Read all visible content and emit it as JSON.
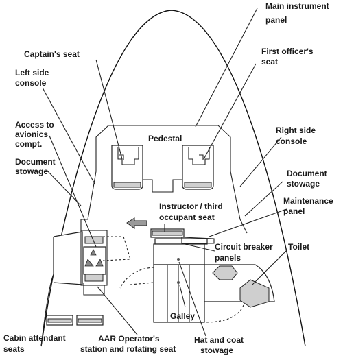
{
  "labels": {
    "main_panel_1": "Main instrument",
    "main_panel_2": "panel",
    "captains_seat": "Captain's seat",
    "first_officer_1": "First officer's",
    "first_officer_2": "seat",
    "left_console_1": "Left side",
    "left_console_2": "console",
    "access_1": "Access to",
    "access_2": "avionics",
    "access_3": "compt.",
    "pedestal": "Pedestal",
    "right_console_1": "Right side",
    "right_console_2": "console",
    "doc_left_1": "Document",
    "doc_left_2": "stowage",
    "doc_right_1": "Document",
    "doc_right_2": "stowage",
    "maint_1": "Maintenance",
    "maint_2": "panel",
    "instructor_1": "Instructor / third",
    "instructor_2": "occupant seat",
    "cb_1": "Circuit breaker",
    "cb_2": "panels",
    "toilet": "Toilet",
    "galley": "Galley",
    "cabin_1": "Cabin attendant",
    "cabin_2": "seats",
    "aar_1": "AAR Operator's",
    "aar_2": "station and rotating seat",
    "hat_1": "Hat and coat",
    "hat_2": "stowage"
  },
  "colors": {
    "line": "#111111",
    "text": "#1a1a1a",
    "fill_gray": "#cfcfcf"
  },
  "icons": {
    "recycle_symbol": "recycle-icon",
    "direction_arrow": "left-arrow-icon"
  }
}
